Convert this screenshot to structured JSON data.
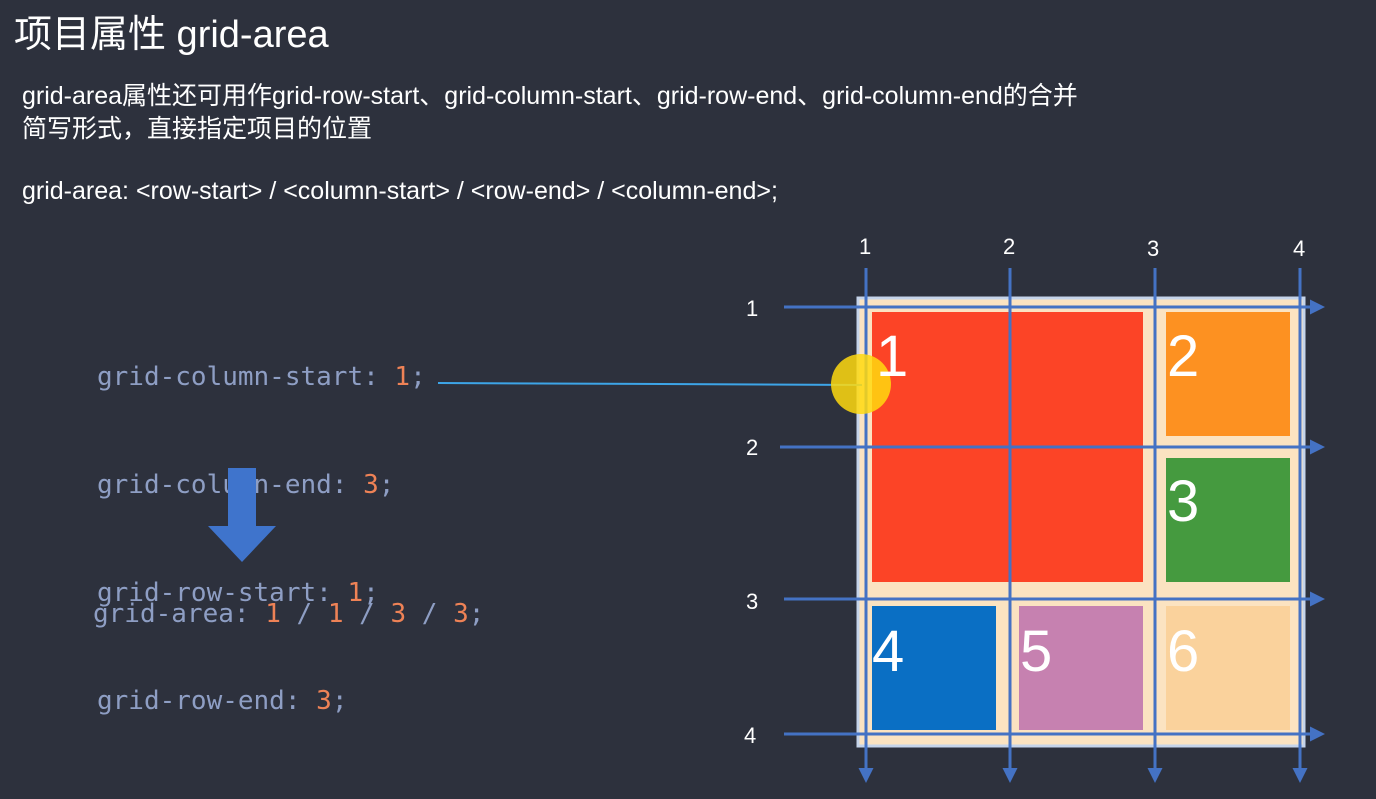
{
  "slide": {
    "title": "项目属性  grid-area",
    "description_line1": "grid-area属性还可用作grid-row-start、grid-column-start、grid-row-end、grid-column-end的合并",
    "description_line2": "简写形式，直接指定项目的位置",
    "syntax": "grid-area: <row-start> / <column-start> / <row-end> / <column-end>;"
  },
  "code": {
    "lines": [
      {
        "prop": "grid-column-start: ",
        "value": "1",
        "end": ";"
      },
      {
        "prop": "grid-column-end: ",
        "value": "3",
        "end": ";"
      },
      {
        "prop": "grid-row-start: ",
        "value": "1",
        "end": ";"
      },
      {
        "prop": "grid-row-end: ",
        "value": "3",
        "end": ";"
      }
    ],
    "shorthand": {
      "prop": "grid-area: ",
      "v1": "1",
      "sep1": " / ",
      "v2": "1",
      "sep2": " / ",
      "v3": "3",
      "sep3": " / ",
      "v4": "3",
      "end": ";"
    }
  },
  "grid": {
    "column_line_labels": [
      "1",
      "2",
      "3",
      "4"
    ],
    "row_line_labels": [
      "1",
      "2",
      "3",
      "4"
    ],
    "items": [
      {
        "label": "1",
        "color": "#fc4426"
      },
      {
        "label": "2",
        "color": "#fd9121"
      },
      {
        "label": "3",
        "color": "#459a3f"
      },
      {
        "label": "4",
        "color": "#0a6fc4"
      },
      {
        "label": "5",
        "color": "#c681b0"
      },
      {
        "label": "6",
        "color": "#fad29c"
      }
    ],
    "line_color": "#4472c4",
    "background_color": "#fbe3c1"
  },
  "colors": {
    "background": "#2d313d",
    "code_property": "#8e9ec4",
    "code_number": "#ee8256",
    "arrow": "#3f74cc",
    "pointer_highlight": "#ffd90f"
  }
}
